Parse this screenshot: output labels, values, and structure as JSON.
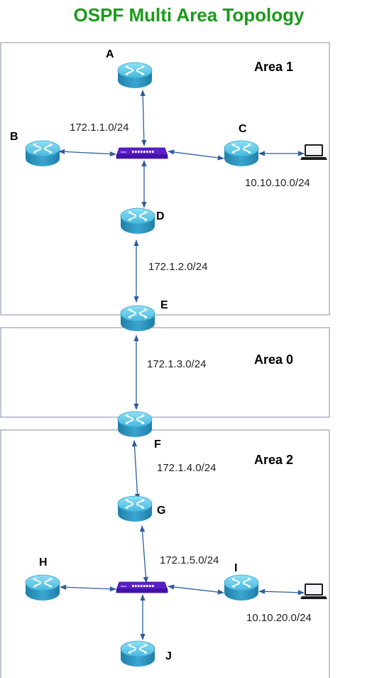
{
  "title": "OSPF Multi Area Topology",
  "colors": {
    "title": "#1a9a1a",
    "area_border": "#7f8fa6",
    "link": "#2f5c9e",
    "router_top": "#5fc8e8",
    "router_body": "#2a8fb8",
    "switch": "#5b1fc9",
    "laptop": "#222222"
  },
  "areas": [
    {
      "id": "area1",
      "label": "Area 1"
    },
    {
      "id": "area0",
      "label": "Area 0"
    },
    {
      "id": "area2",
      "label": "Area 2"
    }
  ],
  "routers": [
    {
      "id": "A",
      "label": "A"
    },
    {
      "id": "B",
      "label": "B"
    },
    {
      "id": "C",
      "label": "C"
    },
    {
      "id": "D",
      "label": "D"
    },
    {
      "id": "E",
      "label": "E"
    },
    {
      "id": "F",
      "label": "F"
    },
    {
      "id": "G",
      "label": "G"
    },
    {
      "id": "H",
      "label": "H"
    },
    {
      "id": "I",
      "label": "I"
    },
    {
      "id": "J",
      "label": "J"
    }
  ],
  "switches": [
    {
      "id": "sw1",
      "icon": "switch-icon"
    },
    {
      "id": "sw2",
      "icon": "switch-icon"
    }
  ],
  "hosts": [
    {
      "id": "pc1",
      "icon": "laptop-icon"
    },
    {
      "id": "pc2",
      "icon": "laptop-icon"
    }
  ],
  "networks": [
    {
      "id": "n1",
      "label": "172.1.1.0/24"
    },
    {
      "id": "n2",
      "label": "10.10.10.0/24"
    },
    {
      "id": "n3",
      "label": "172.1.2.0/24"
    },
    {
      "id": "n4",
      "label": "172.1.3.0/24"
    },
    {
      "id": "n5",
      "label": "172.1.4.0/24"
    },
    {
      "id": "n6",
      "label": "172.1.5.0/24"
    },
    {
      "id": "n7",
      "label": "10.10.20.0/24"
    }
  ],
  "links": [
    {
      "from": "sw1",
      "to": "A"
    },
    {
      "from": "sw1",
      "to": "B"
    },
    {
      "from": "sw1",
      "to": "C"
    },
    {
      "from": "sw1",
      "to": "D"
    },
    {
      "from": "C",
      "to": "pc1"
    },
    {
      "from": "D",
      "to": "E"
    },
    {
      "from": "E",
      "to": "F"
    },
    {
      "from": "F",
      "to": "G"
    },
    {
      "from": "sw2",
      "to": "G"
    },
    {
      "from": "sw2",
      "to": "H"
    },
    {
      "from": "sw2",
      "to": "I"
    },
    {
      "from": "sw2",
      "to": "J"
    },
    {
      "from": "I",
      "to": "pc2"
    }
  ]
}
